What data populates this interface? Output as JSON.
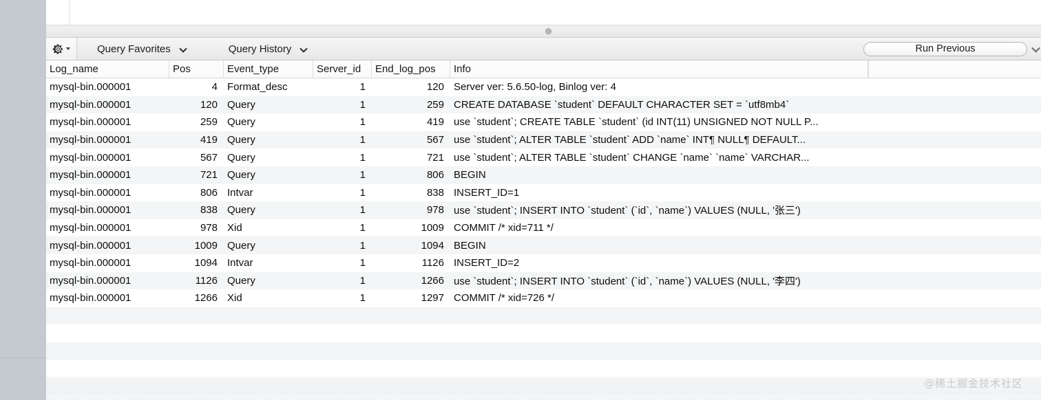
{
  "toolbar": {
    "gear_icon": "gear-icon",
    "gear_caret_icon": "caret-down-icon",
    "favorites_label": "Query Favorites",
    "favorites_chevron_icon": "chevron-down-icon",
    "history_label": "Query History",
    "history_chevron_icon": "chevron-down-icon",
    "run_previous_label": "Run Previous",
    "run_previous_caret_icon": "chevron-down-icon"
  },
  "splitter": {
    "grip_icon": "splitter-grip-dot"
  },
  "grid": {
    "columns": [
      "Log_name",
      "Pos",
      "Event_type",
      "Server_id",
      "End_log_pos",
      "Info",
      ""
    ],
    "rows": [
      {
        "log_name": "mysql-bin.000001",
        "pos": "4",
        "event_type": "Format_desc",
        "server_id": "1",
        "end_log_pos": "120",
        "info": "Server ver: 5.6.50-log, Binlog ver: 4"
      },
      {
        "log_name": "mysql-bin.000001",
        "pos": "120",
        "event_type": "Query",
        "server_id": "1",
        "end_log_pos": "259",
        "info": "CREATE DATABASE `student` DEFAULT CHARACTER SET = `utf8mb4`"
      },
      {
        "log_name": "mysql-bin.000001",
        "pos": "259",
        "event_type": "Query",
        "server_id": "1",
        "end_log_pos": "419",
        "info": "use `student`; CREATE TABLE `student` (id INT(11) UNSIGNED NOT NULL P..."
      },
      {
        "log_name": "mysql-bin.000001",
        "pos": "419",
        "event_type": "Query",
        "server_id": "1",
        "end_log_pos": "567",
        "info": "use `student`; ALTER TABLE `student` ADD `name` INT¶ NULL¶ DEFAULT..."
      },
      {
        "log_name": "mysql-bin.000001",
        "pos": "567",
        "event_type": "Query",
        "server_id": "1",
        "end_log_pos": "721",
        "info": "use `student`; ALTER TABLE `student` CHANGE `name` `name` VARCHAR..."
      },
      {
        "log_name": "mysql-bin.000001",
        "pos": "721",
        "event_type": "Query",
        "server_id": "1",
        "end_log_pos": "806",
        "info": "BEGIN"
      },
      {
        "log_name": "mysql-bin.000001",
        "pos": "806",
        "event_type": "Intvar",
        "server_id": "1",
        "end_log_pos": "838",
        "info": "INSERT_ID=1"
      },
      {
        "log_name": "mysql-bin.000001",
        "pos": "838",
        "event_type": "Query",
        "server_id": "1",
        "end_log_pos": "978",
        "info": "use `student`; INSERT INTO `student` (`id`, `name`) VALUES (NULL, '张三')"
      },
      {
        "log_name": "mysql-bin.000001",
        "pos": "978",
        "event_type": "Xid",
        "server_id": "1",
        "end_log_pos": "1009",
        "info": "COMMIT /* xid=711 */"
      },
      {
        "log_name": "mysql-bin.000001",
        "pos": "1009",
        "event_type": "Query",
        "server_id": "1",
        "end_log_pos": "1094",
        "info": "BEGIN"
      },
      {
        "log_name": "mysql-bin.000001",
        "pos": "1094",
        "event_type": "Intvar",
        "server_id": "1",
        "end_log_pos": "1126",
        "info": "INSERT_ID=2"
      },
      {
        "log_name": "mysql-bin.000001",
        "pos": "1126",
        "event_type": "Query",
        "server_id": "1",
        "end_log_pos": "1266",
        "info": "use `student`; INSERT INTO `student` (`id`, `name`) VALUES (NULL, '李四')"
      },
      {
        "log_name": "mysql-bin.000001",
        "pos": "1266",
        "event_type": "Xid",
        "server_id": "1",
        "end_log_pos": "1297",
        "info": "COMMIT /* xid=726 */"
      }
    ],
    "empty_row_count": 6
  },
  "watermark": {
    "text": "@稀土掘金技术社区"
  },
  "colors": {
    "gutter": "#c5cad0",
    "toolbar_bg": "#eeeeee",
    "row_alt": "#f4f5f6",
    "row_base": "#ffffff",
    "text": "#0d0d0d",
    "watermark": "#c6c8ca"
  }
}
